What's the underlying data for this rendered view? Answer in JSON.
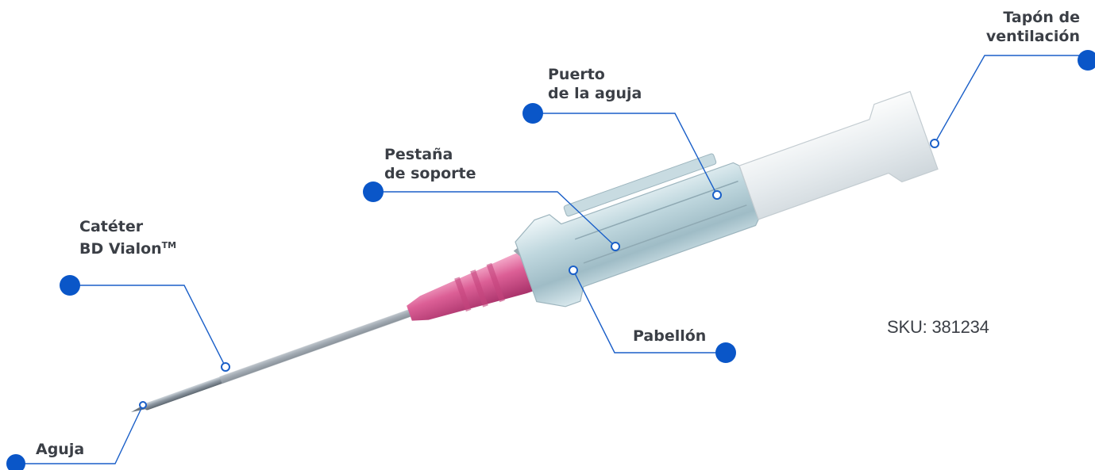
{
  "labels": {
    "vent_cap": [
      "Tapón de",
      "ventilación"
    ],
    "needle_port": [
      "Puerto",
      "de la aguja"
    ],
    "support_tab": [
      "Pestaña",
      "de soporte"
    ],
    "catheter": [
      "Catéter",
      "BD Vialon",
      "TM"
    ],
    "hub": "Pabellón",
    "needle": "Aguja"
  },
  "sku": "SKU: 381234",
  "colors": {
    "callout": "#0a56c8",
    "leader": "#1a5fc8",
    "hub_pink": "#d9558f",
    "text": "#3b3f46"
  }
}
